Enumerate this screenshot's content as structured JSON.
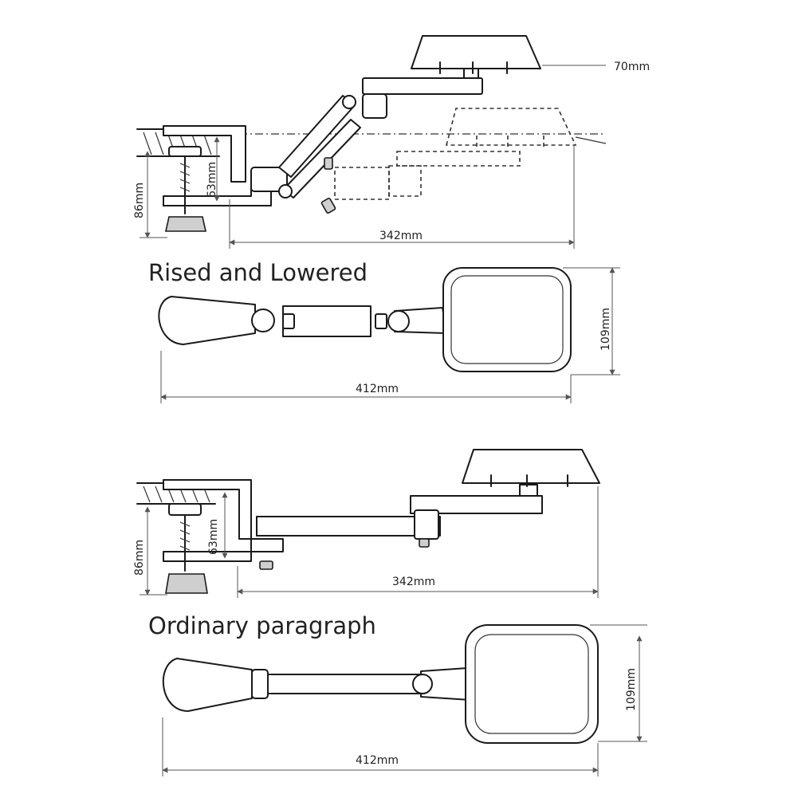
{
  "headings": {
    "section1": "Rised and Lowered",
    "section2": "Ordinary paragraph"
  },
  "dimensions": {
    "pad_thickness": "70mm",
    "clamp_depth": "63mm",
    "clamp_height": "86mm",
    "side_length": "342mm",
    "top_length": "412mm",
    "pad_width": "109mm"
  }
}
